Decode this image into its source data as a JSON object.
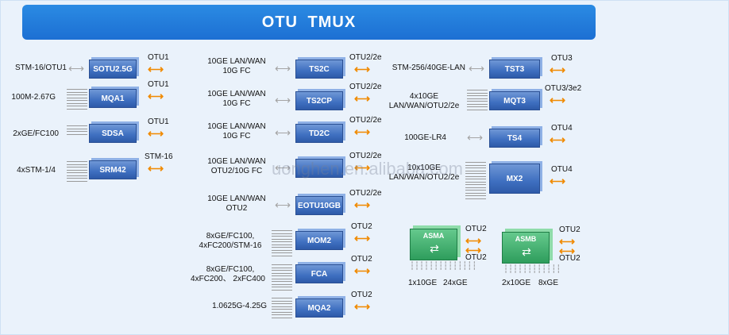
{
  "title": "OTU  TMUX",
  "watermark": "uonghen.en.alibaba.com",
  "left": [
    {
      "in": "STM-16/OTU1",
      "box": "SOTU2.5G",
      "out": "OTU1"
    },
    {
      "in": "100M-2.67G",
      "box": "MQA1",
      "out": "OTU1"
    },
    {
      "in": "2xGE/FC100",
      "box": "SDSA",
      "out": "OTU1"
    },
    {
      "in": "4xSTM-1/4",
      "box": "SRM42",
      "out": "STM-16"
    }
  ],
  "middle": [
    {
      "in1": "10GE LAN/WAN",
      "in2": "10G FC",
      "box": "TS2C",
      "out": "OTU2/2e"
    },
    {
      "in1": "10GE LAN/WAN",
      "in2": "10G FC",
      "box": "TS2CP",
      "out": "OTU2/2e"
    },
    {
      "in1": "10GE LAN/WAN",
      "in2": "10G FC",
      "box": "TD2C",
      "out": "OTU2/2e"
    },
    {
      "in1": "10GE LAN/WAN",
      "in2": "OTU2/10G FC",
      "box": "",
      "out": "OTU2/2e"
    },
    {
      "in1": "10GE LAN/WAN",
      "in2": "OTU2",
      "box": "EOTU10GB",
      "out": "OTU2/2e"
    },
    {
      "in1": "8xGE/FC100,",
      "in2": "4xFC200/STM-16",
      "box": "MOM2",
      "out": "OTU2"
    },
    {
      "in1": "8xGE/FC100,",
      "in2": "4xFC200、 2xFC400",
      "box": "FCA",
      "out": "OTU2"
    },
    {
      "in1": "1.0625G-4.25G",
      "in2": "",
      "box": "MQA2",
      "out": "OTU2"
    }
  ],
  "right": [
    {
      "in1": "STM-256/40GE-LAN",
      "in2": "",
      "box": "TST3",
      "out": "OTU3"
    },
    {
      "in1": "4x10GE",
      "in2": "LAN/WAN/OTU2/2e",
      "box": "MQT3",
      "out": "OTU3/3e2"
    },
    {
      "in1": "100GE-LR4",
      "in2": "",
      "box": "TS4",
      "out": "OTU4"
    },
    {
      "in1": "10x10GE",
      "in2": "LAN/WAN/OTU2/2e",
      "box": "MX2",
      "out": "OTU4"
    }
  ],
  "asma": {
    "box": "ASMA",
    "out1": "OTU2",
    "out2": "OTU2",
    "in1": "1x10GE",
    "in2": "24xGE"
  },
  "asmb": {
    "box": "ASMB",
    "out1": "OTU2",
    "out2": "OTU2",
    "in1": "2x10GE",
    "in2": "8xGE"
  },
  "colors": {
    "title_bg": "#1c6fd3",
    "box": "#3e6fc0",
    "green_box": "#2e9d5c",
    "orange_arrow": "#f08a00",
    "gray_arrow": "#a5a5a5"
  }
}
